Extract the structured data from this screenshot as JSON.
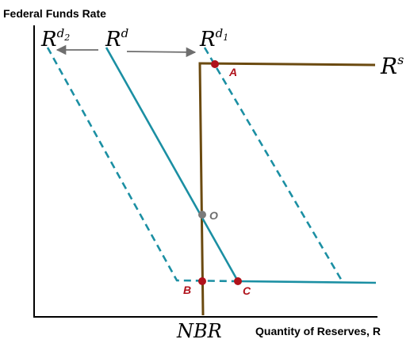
{
  "y_axis_label": "Federal Funds Rate",
  "x_axis_label": "Quantity of Reserves, R",
  "curves": {
    "rd": {
      "base": "R",
      "sup": "d"
    },
    "rd2": {
      "base": "R",
      "sup": "d",
      "sub": "2"
    },
    "rd1": {
      "base": "R",
      "sup": "d",
      "sub": "1"
    },
    "rs": {
      "base": "R",
      "sup": "s"
    },
    "nbr": "NBR"
  },
  "points": {
    "a": "A",
    "b": "B",
    "c": "C",
    "o": "O"
  },
  "colors": {
    "demand": "#1b8fa3",
    "supply": "#6b4a10",
    "equilibrium_point": "#b0121b",
    "origin_point": "#7a7a7a",
    "shift_arrow": "#6e6e6e",
    "axis": "#000000"
  }
}
